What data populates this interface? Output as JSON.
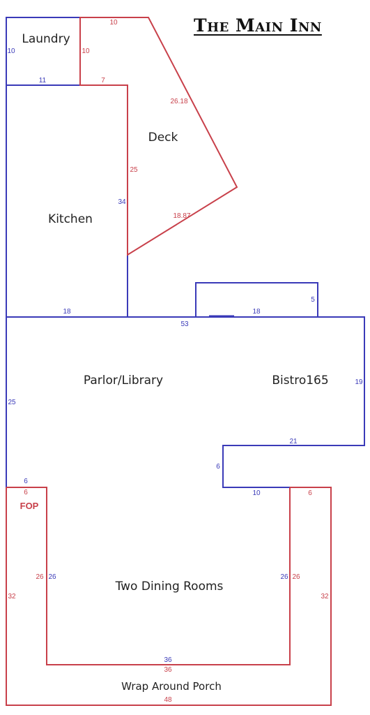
{
  "title": "The Main Inn",
  "colors": {
    "blue_outline": "#3a3ab8",
    "red_outline": "#c8404a"
  },
  "rooms": {
    "laundry": "Laundry",
    "deck": "Deck",
    "kitchen": "Kitchen",
    "parlor": "Parlor/Library",
    "bistro": "Bistro165",
    "dining": "Two Dining Rooms",
    "porch": "Wrap Around Porch"
  },
  "fop": "FOP",
  "dims": {
    "laundry_top": "10",
    "laundry_left": "10",
    "laundry_right": "10",
    "laundry_bottom": "11",
    "deck_bottom_left": "7",
    "deck_upper_diag": "26.18",
    "deck_left": "25",
    "deck_lower_diag": "18.87",
    "kitchen_right": "34",
    "kitchen_bottom": "18",
    "bump_top": "18",
    "bump_right": "5",
    "main_top": "53",
    "parlor_left": "25",
    "bistro_right": "19",
    "bistro_bottom": "21",
    "step_left": "6",
    "step_bottom": "10",
    "left_notch_blue": "6",
    "left_notch_red": "6",
    "dining_left_red": "26",
    "dining_left_blue": "26",
    "dining_right_blue": "26",
    "dining_right_red": "26",
    "dining_bottom_blue": "36",
    "dining_bottom_red": "36",
    "porch_right_top": "6",
    "porch_left": "32",
    "porch_right": "32",
    "porch_bottom": "48"
  }
}
